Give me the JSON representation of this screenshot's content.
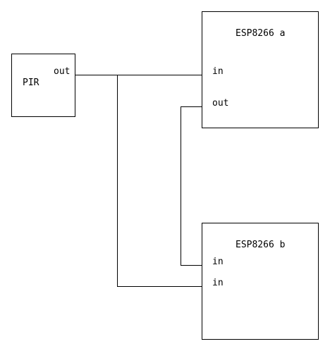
{
  "colors": {
    "stroke": "#000000",
    "background": "#ffffff"
  },
  "pir": {
    "title": "PIR",
    "out_label": "out"
  },
  "esp_a": {
    "title": "ESP8266 a",
    "in_label": "in",
    "out_label": "out"
  },
  "esp_b": {
    "title": "ESP8266 b",
    "in1_label": "in",
    "in2_label": "in"
  }
}
